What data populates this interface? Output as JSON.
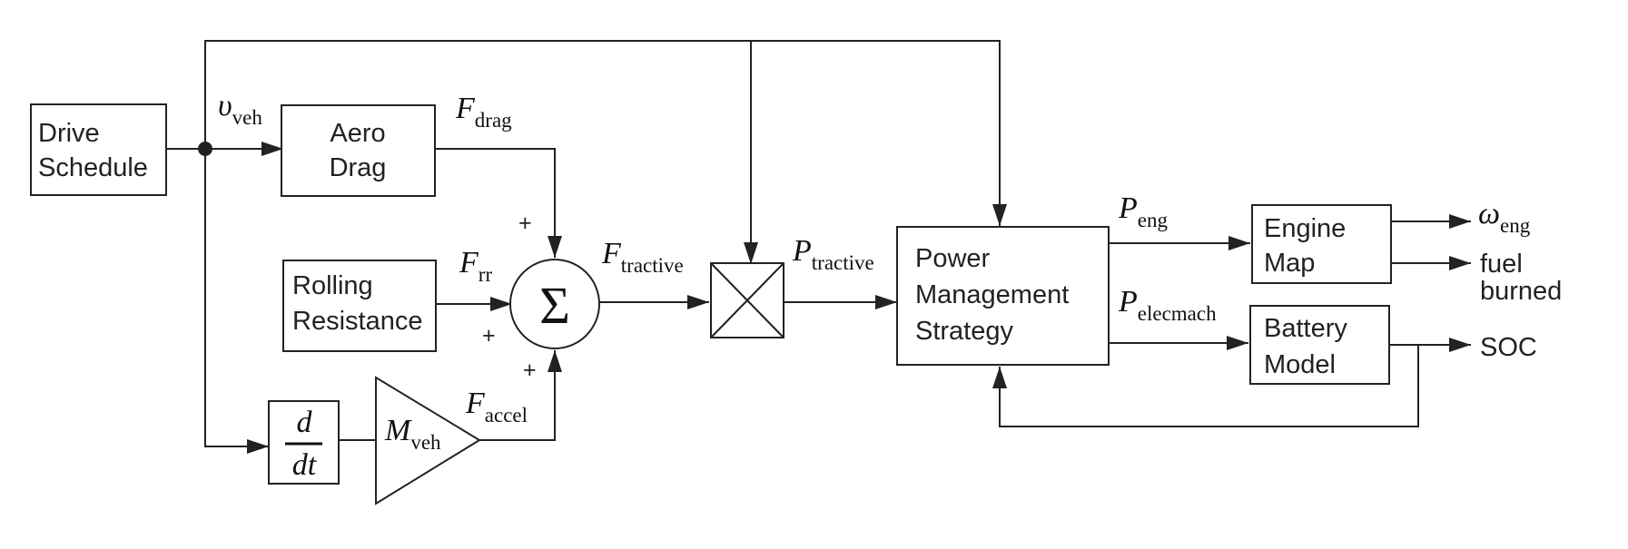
{
  "blocks": {
    "drive_schedule": [
      "Drive",
      "Schedule"
    ],
    "aero_drag": [
      "Aero",
      "Drag"
    ],
    "rolling_resistance": [
      "Rolling",
      "Resistance"
    ],
    "derivative": {
      "num": "d",
      "den": "dt"
    },
    "gain": {
      "sym": "M",
      "sub": "veh"
    },
    "sum": "Σ",
    "power_management": [
      "Power",
      "Management",
      "Strategy"
    ],
    "engine_map": [
      "Engine",
      "Map"
    ],
    "battery_model": [
      "Battery",
      "Model"
    ]
  },
  "signals": {
    "v_veh": {
      "sym": "υ",
      "sub": "veh"
    },
    "f_drag": {
      "sym": "F",
      "sub": "drag"
    },
    "f_rr": {
      "sym": "F",
      "sub": "rr"
    },
    "f_accel": {
      "sym": "F",
      "sub": "accel"
    },
    "f_tractive": {
      "sym": "F",
      "sub": "tractive"
    },
    "p_tractive": {
      "sym": "P",
      "sub": "tractive"
    },
    "p_eng": {
      "sym": "P",
      "sub": "eng"
    },
    "p_elecmach": {
      "sym": "P",
      "sub": "elecmach"
    },
    "omega_eng": {
      "sym": "ω",
      "sub": "eng"
    },
    "fuel_burned": [
      "fuel",
      "burned"
    ],
    "soc": "SOC"
  },
  "signs": {
    "drag": "+",
    "rr": "+",
    "accel": "+"
  }
}
